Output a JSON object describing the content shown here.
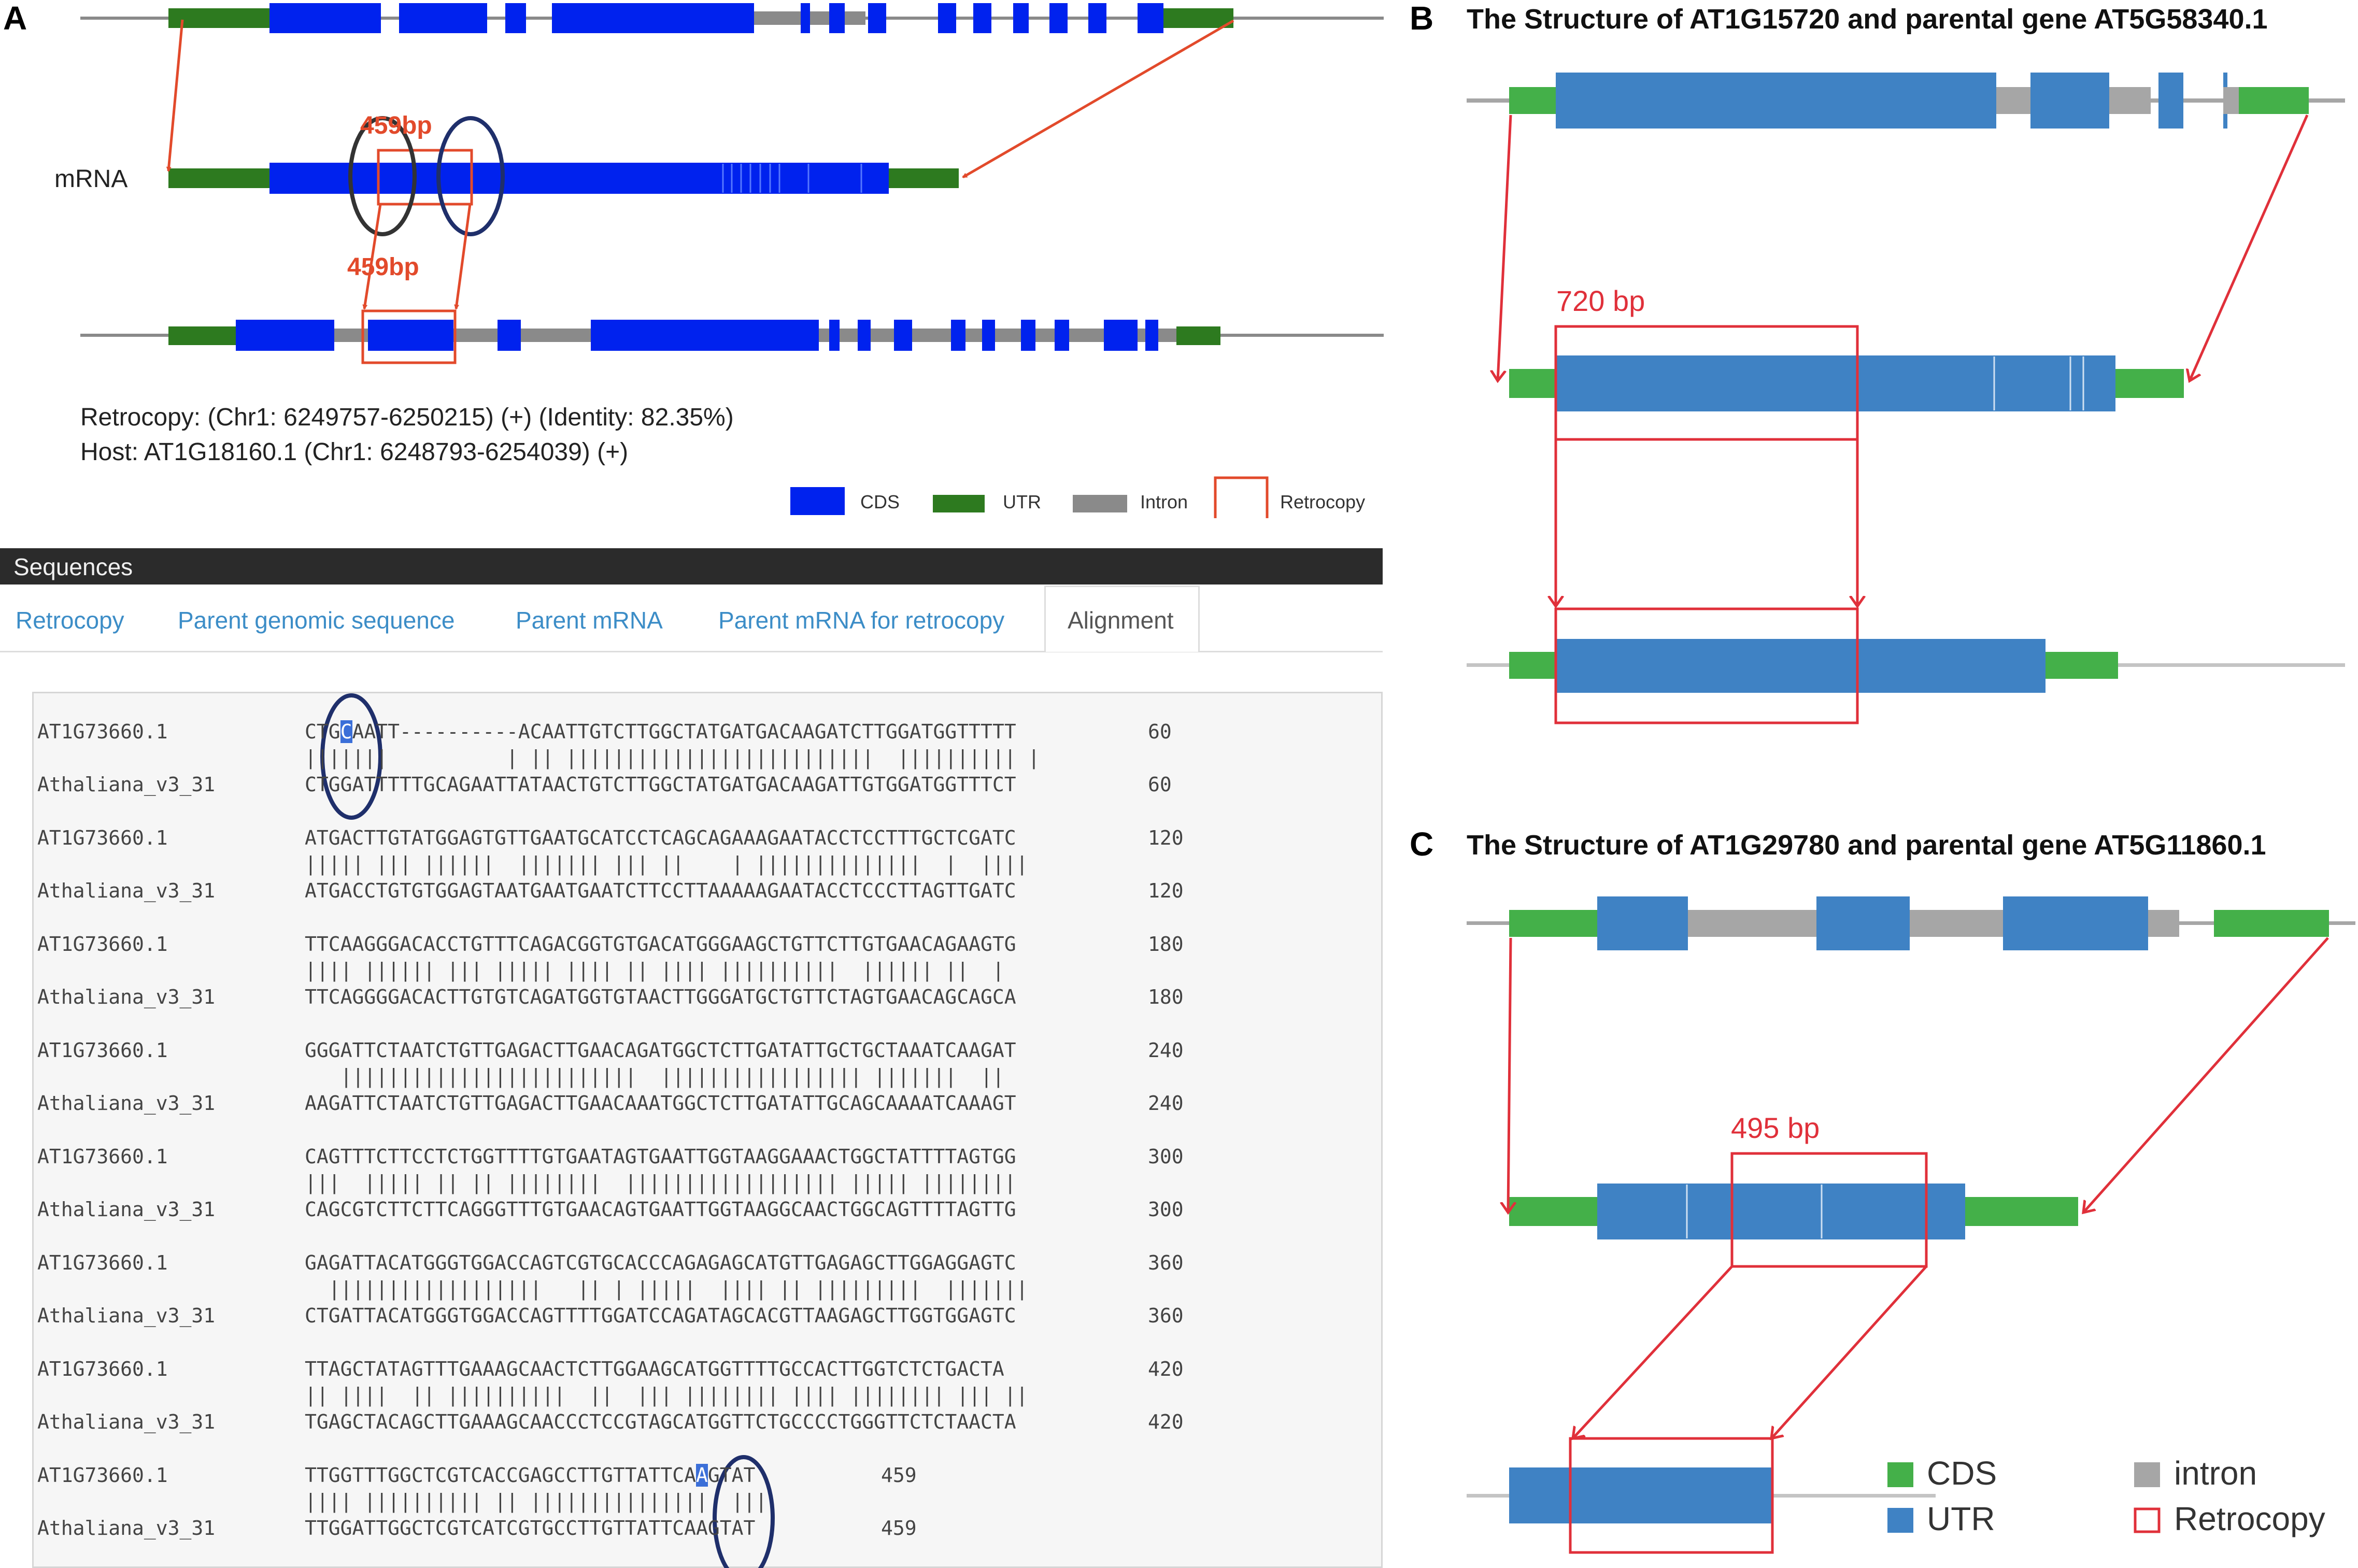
{
  "panels": {
    "a": {
      "letter": "A",
      "mrna_label": "mRNA",
      "bp_top": "459bp",
      "bp_mid": "459bp",
      "retrocopy_info": "Retrocopy: (Chr1: 6249757-6250215) (+) (Identity: 82.35%)",
      "host_info": "Host: AT1G18160.1 (Chr1: 6248793-6254039) (+)",
      "legend": [
        "CDS",
        "UTR",
        "Intron",
        "Retrocopy"
      ]
    },
    "b": {
      "letter": "B",
      "title": "The Structure of AT1G15720 and parental gene AT5G58340.1",
      "bp": "720 bp"
    },
    "c": {
      "letter": "C",
      "title": "The Structure of AT1G29780 and parental gene AT5G11860.1",
      "bp": "495 bp",
      "legend": [
        "CDS",
        "UTR",
        "intron",
        "Retrocopy"
      ]
    }
  },
  "colors": {
    "cds_a": "#0022ee",
    "utr_a": "#2d7a1f",
    "intron_a": "#8a8a8a",
    "retro": "#e24a2b",
    "green_bc": "#44b049",
    "blue_bc": "#3f82c4",
    "gray_bc": "#a6a6a6",
    "red_bc": "#e0303a"
  },
  "sequences": {
    "title": "Sequences",
    "tabs": [
      "Retrocopy",
      "Parent genomic sequence",
      "Parent mRNA",
      "Parent mRNA for retrocopy",
      "Alignment"
    ],
    "active_tab": "Alignment",
    "blocks": [
      {
        "name1": "AT1G73660.1",
        "seq1": "CTGCAATT----------ACAATTGTCTTGGCTATGATGACAAGATCTTGGATGGTTTTT",
        "match": "|||||||          | || ||||||||||||||||||||||||||  |||||||||| |",
        "name2": "Athaliana_v3_31",
        "seq2": "CTGGATTTTTGCAGAATTATAACTGTCTTGGCTATGATGACAAGATTGTGGATGGTTTCT",
        "pos": "60"
      },
      {
        "name1": "AT1G73660.1",
        "seq1": "ATGACTTGTATGGAGTGTTGAATGCATCCTCAGCAGAAAGAATACCTCCTTTGCTCGATC",
        "match": "||||| ||| ||||||  ||||||| ||| ||    | ||||||||||||||  |  ||||",
        "name2": "Athaliana_v3_31",
        "seq2": "ATGACCTGTGTGGAGTAATGAATGAATCTTCCTTAAAAAGAATACCTCCCTTAGTTGATC",
        "pos": "120"
      },
      {
        "name1": "AT1G73660.1",
        "seq1": "TTCAAGGGACACCTGTTTCAGACGGTGTGACATGGGAAGCTGTTCTTGTGAACAGAAGTG",
        "match": "|||| |||||| ||| ||||| |||| || |||| ||||||||||  |||||| ||  |",
        "name2": "Athaliana_v3_31",
        "seq2": "TTCAGGGGACACTTGTGTCAGATGGTGTAACTTGGGATGCTGTTCTAGTGAACAGCAGCA",
        "pos": "180"
      },
      {
        "name1": "AT1G73660.1",
        "seq1": "GGGATTCTAATCTGTTGAGACTTGAACAGATGGCTCTTGATATTGCTGCTAAATCAAGAT",
        "match": "   |||||||||||||||||||||||||  ||||||||||||||||| |||||||  ||",
        "name2": "Athaliana_v3_31",
        "seq2": "AAGATTCTAATCTGTTGAGACTTGAACAAATGGCTCTTGATATTGCAGCAAAATCAAAGT",
        "pos": "240"
      },
      {
        "name1": "AT1G73660.1",
        "seq1": "CAGTTTCTTCCTCTGGTTTTGTGAATAGTGAATTGGTAAGGAAACTGGCTATTTTAGTGG",
        "match": "|||  ||||| || || ||||||||  |||||||||||||||||| ||||| ||||||||",
        "name2": "Athaliana_v3_31",
        "seq2": "CAGCGTCTTCTTCAGGGTTTGTGAACAGTGAATTGGTAAGGCAACTGGCAGTTTTAGTTG",
        "pos": "300"
      },
      {
        "name1": "AT1G73660.1",
        "seq1": "GAGATTACATGGGTGGACCAGTCGTGCACCCAGAGAGCATGTTGAGAGCTTGGAGGAGTC",
        "match": "  ||||||||||||||||||   || | |||||  |||| || |||||||||  |||||||",
        "name2": "Athaliana_v3_31",
        "seq2": "CTGATTACATGGGTGGACCAGTTTTGGATCCAGATAGCACGTTAAGAGCTTGGTGGAGTC",
        "pos": "360"
      },
      {
        "name1": "AT1G73660.1",
        "seq1": "TTAGCTATAGTTTGAAAGCAACTCTTGGAAGCATGGTTTTGCCACTTGGTCTCTGACTA",
        "match": "|| ||||  || ||||||||||  ||  ||| |||||||| |||| |||||||| ||| ||",
        "name2": "Athaliana_v3_31",
        "seq2": "TGAGCTACAGCTTGAAAGCAACCCTCCGTAGCATGGTTCTGCCCCTGGGTTCTCTAACTA",
        "pos": "420"
      },
      {
        "name1": "AT1G73660.1",
        "seq1": "TTGGTTTGGCTCGTCACCGAGCCTTGTTATTCAAGTAT",
        "match": "|||| |||||||||| || |||||||||||||||  |||",
        "name2": "Athaliana_v3_31",
        "seq2": "TTGGATTGGCTCGTCATCGTGCCTTGTTATTCAAGTAT",
        "pos": "459"
      }
    ]
  }
}
